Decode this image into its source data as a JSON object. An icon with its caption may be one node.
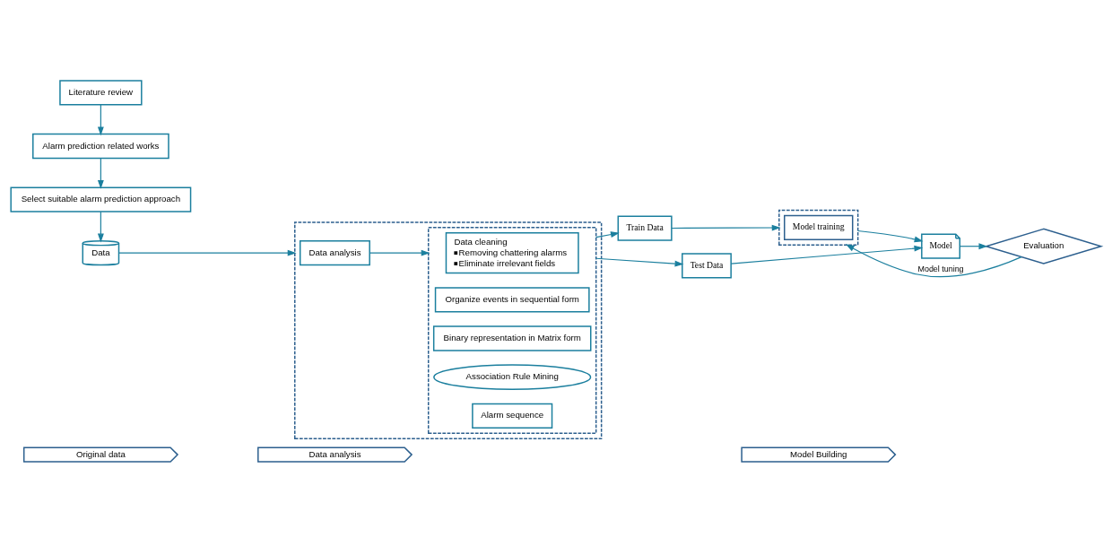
{
  "diagram": {
    "nodes": [
      {
        "text": [
          "Original data"
        ]
      },
      {
        "text": [
          "Data analysis"
        ]
      },
      {
        "text": [
          "Model Building"
        ]
      },
      {
        "text": [
          "Literature review"
        ]
      },
      {
        "text": [
          "Alarm prediction related works"
        ]
      },
      {
        "text": [
          "Select suitable alarm prediction approach"
        ]
      },
      {
        "text": [
          "Data"
        ]
      },
      {
        "text": [],
        "shape": "box"
      },
      {
        "text": [
          "Data analysis"
        ],
        "in": 7
      },
      {
        "text": [],
        "shape": "box",
        "in": 7
      },
      {
        "text": [
          "Data cleaning",
          "Removing chattering alarms",
          "Eliminate irrelevant fields"
        ],
        "in": 9
      },
      {
        "text": [
          "Organize events in sequential form"
        ],
        "in": 9
      },
      {
        "text": [
          "Binary representation in Matrix form"
        ],
        "in": 9
      },
      {
        "text": [
          "Association Rule Mining"
        ],
        "in": 9
      },
      {
        "text": [
          "Alarm sequence"
        ],
        "in": 9
      },
      {
        "text": [
          "Train Data"
        ]
      },
      {
        "text": [],
        "shape": "box"
      },
      {
        "text": [
          "Model training"
        ],
        "in": 16
      },
      {
        "text": [
          "Test Data"
        ]
      },
      {
        "text": [
          "Model"
        ]
      },
      {
        "text": [
          "Evaluation"
        ]
      }
    ],
    "edges": [
      {
        "from": 3,
        "to": 4,
        "arrow": "to"
      },
      {
        "from": 4,
        "to": 5,
        "arrow": "to"
      },
      {
        "from": 5,
        "to": 6,
        "arrow": "to"
      },
      {
        "from": 6,
        "to": 7,
        "arrow": "to"
      },
      {
        "from": 8,
        "to": 9,
        "arrow": "to"
      },
      {
        "from": 9,
        "to": 15,
        "arrow": "to"
      },
      {
        "from": 9,
        "to": 18,
        "arrow": "to"
      },
      {
        "from": 15,
        "to": 16,
        "arrow": "to"
      },
      {
        "from": 16,
        "to": 19,
        "arrow": "to"
      },
      {
        "from": 18,
        "to": 19,
        "arrow": "to"
      },
      {
        "from": 19,
        "to": 20,
        "arrow": "to"
      },
      {
        "from": 20,
        "to": 16,
        "arrow": "to",
        "label": "Model tuning"
      }
    ]
  }
}
